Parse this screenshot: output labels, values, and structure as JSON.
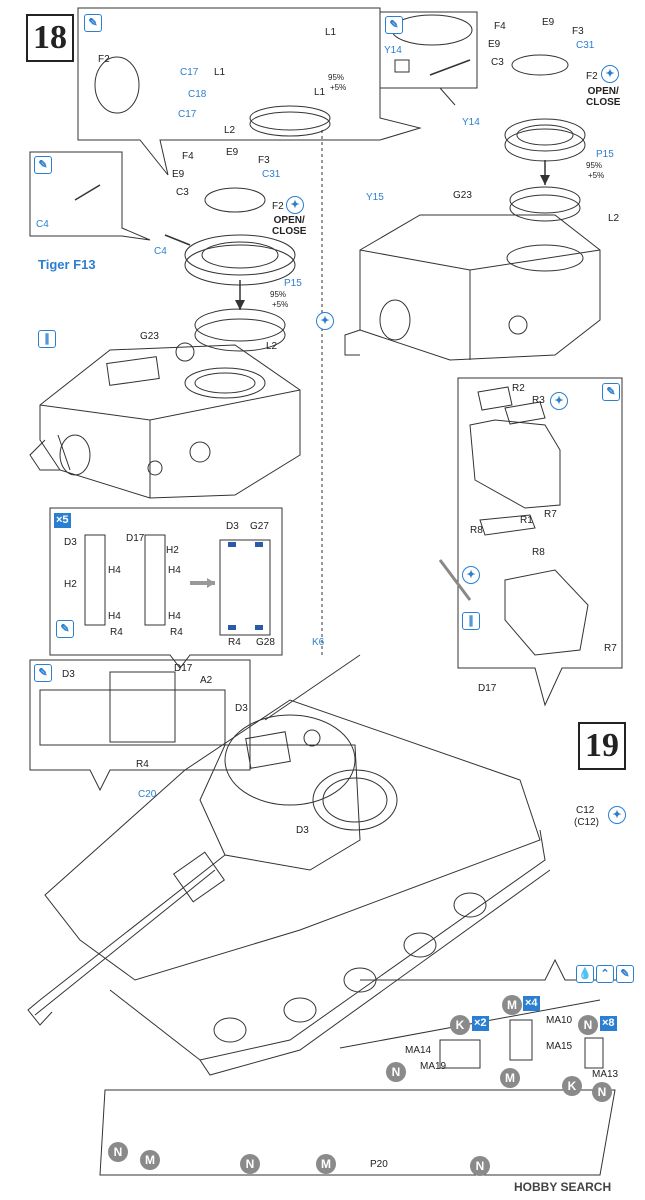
{
  "steps": {
    "s18": "18",
    "s19": "19"
  },
  "title_variant": "Tiger F13",
  "open_close": "OPEN/\nCLOSE",
  "paint_pct": "95%",
  "paint_plus": "+5%",
  "qty": {
    "x5": "×5",
    "x2": "×2",
    "x4": "×4",
    "x8": "×8"
  },
  "labels18": {
    "F2": "F2",
    "C17a": "C17",
    "C18": "C18",
    "C17b": "C17",
    "L1a": "L1",
    "L1b": "L1",
    "L1c": "L1",
    "L2": "L2",
    "F4": "F4",
    "E9a": "E9",
    "E9b": "E9",
    "F3": "F3",
    "C3": "C3",
    "C31": "C31",
    "F2b": "F2",
    "C4": "C4",
    "C4b": "C4",
    "P15": "P15",
    "L2b": "L2",
    "G23": "G23",
    "F4r": "F4",
    "E9r1": "E9",
    "E9r2": "E9",
    "F3r": "F3",
    "C3r": "C3",
    "C31r": "C31",
    "F2r": "F2",
    "Y14a": "Y14",
    "Y14b": "Y14",
    "P15r": "P15",
    "L2r": "L2",
    "Y15": "Y15",
    "G23r": "G23",
    "R2": "R2",
    "R3": "R3",
    "R1": "R1",
    "R7": "R7",
    "R8a": "R8",
    "R8b": "R8",
    "R7b": "R7",
    "D3": "D3",
    "D17": "D17",
    "H2a": "H2",
    "H2b": "H2",
    "H4a": "H4",
    "H4b": "H4",
    "H4c": "H4",
    "H4d": "H4",
    "R4a": "R4",
    "R4b": "R4",
    "D3b": "D3",
    "G27": "G27",
    "R4c": "R4",
    "G28": "G28"
  },
  "labels19": {
    "D3a": "D3",
    "D17a": "D17",
    "A2": "A2",
    "R4": "R4",
    "K6": "K6",
    "D17b": "D17",
    "D3b": "D3",
    "C20": "C20",
    "D3c": "D3",
    "C12": "C12",
    "C12p": "(C12)",
    "MA10": "MA10",
    "MA14": "MA14",
    "MA15": "MA15",
    "MA19": "MA19",
    "MA13": "MA13",
    "P20": "P20"
  },
  "markers": {
    "N": "N",
    "M": "M",
    "K": "K"
  },
  "watermark": "HOBBY SEARCH",
  "icons": {
    "cement": "glue-icon",
    "paint": "paint-icon",
    "flip": "rotate-icon",
    "cut": "cut-icon"
  }
}
